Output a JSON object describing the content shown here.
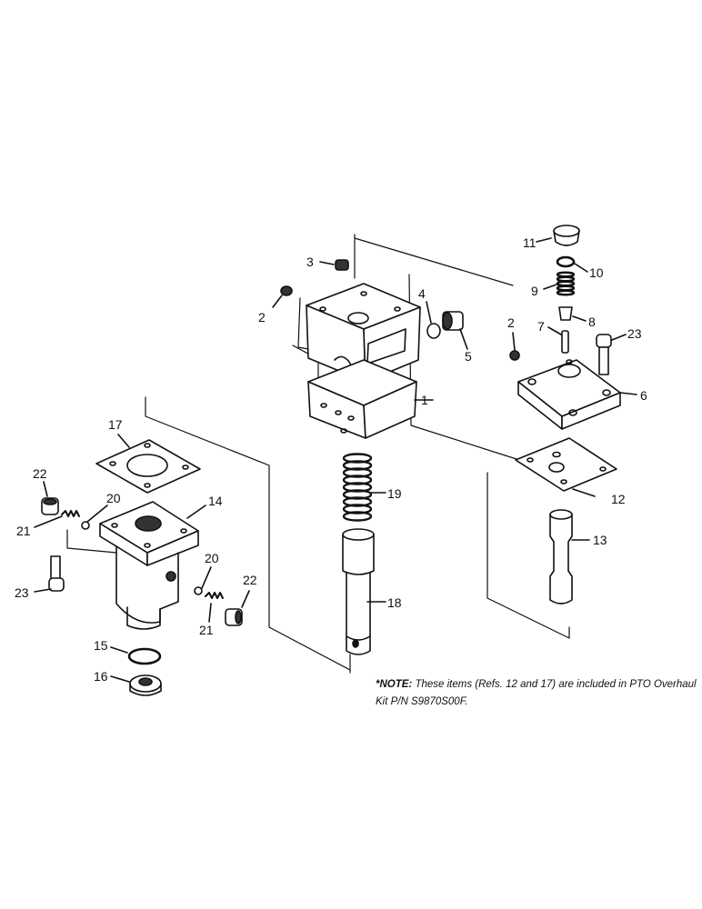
{
  "callouts": {
    "c1": "1",
    "c2a": "2",
    "c2b": "2",
    "c3": "3",
    "c4": "4",
    "c5": "5",
    "c6": "6",
    "c7": "7",
    "c8": "8",
    "c9": "9",
    "c10": "10",
    "c11": "11",
    "c12": "12",
    "c13": "13",
    "c14": "14",
    "c15": "15",
    "c16": "16",
    "c17": "17",
    "c18": "18",
    "c19": "19",
    "c20a": "20",
    "c20b": "20",
    "c21a": "21",
    "c21b": "21",
    "c22a": "22",
    "c22b": "22",
    "c23a": "23",
    "c23b": "23"
  },
  "note": {
    "prefix": "*NOTE:",
    "text": " These items (Refs. 12 and 17) are included in PTO Overhaul Kit P/N S9870S00F."
  },
  "colors": {
    "ink": "#111111",
    "paper": "#ffffff",
    "shade": "#555555"
  }
}
